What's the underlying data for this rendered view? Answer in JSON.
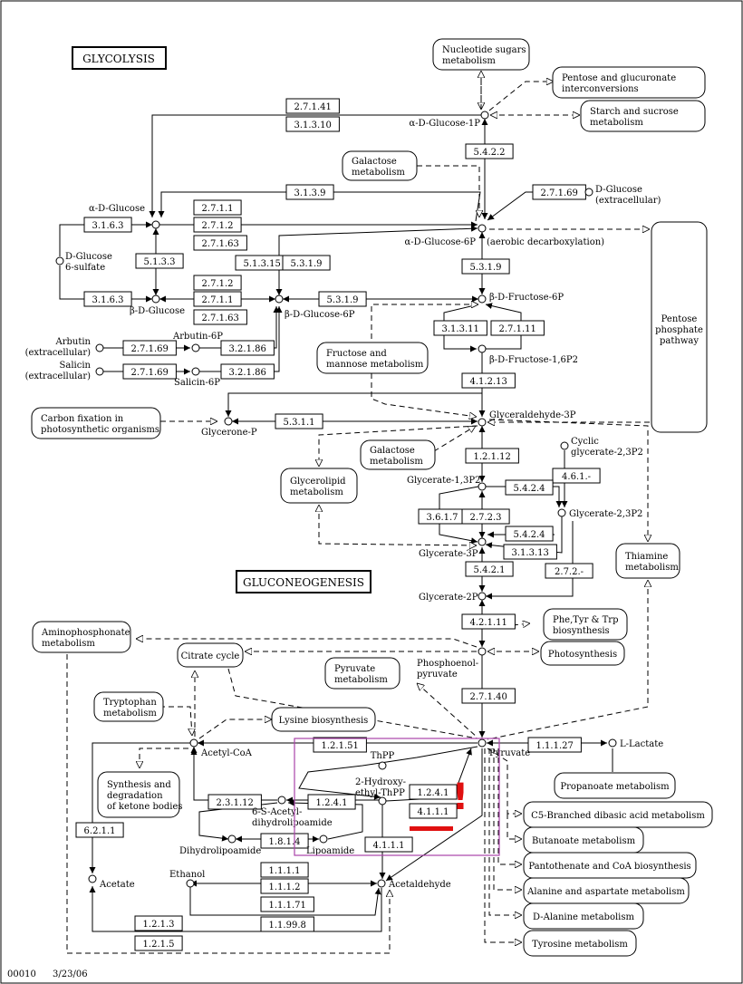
{
  "titles": {
    "glycolysis": "GLYCOLYSIS",
    "gluconeogenesis": "GLUCONEOGENESIS"
  },
  "footer": {
    "map_id": "00010",
    "date": "3/23/06"
  },
  "compounds": {
    "a_d_glucose_1p": "α-D-Glucose-1P",
    "a_d_glucose": "α-D-Glucose",
    "d_glucose_extracellular": "D-Glucose (extracellular)",
    "d_glucose_6_sulfate": "D-Glucose 6-sulfate",
    "a_d_glucose_6p": "α-D-Glucose-6P",
    "aerobic": "(aerobic decarboxylation)",
    "b_d_glucose": "β-D-Glucose",
    "b_d_glucose_6p": "β-D-Glucose-6P",
    "b_d_fructose_6p": "β-D-Fructose-6P",
    "b_d_fructose_16p2": "β-D-Fructose-1,6P2",
    "arbutin_ext": "Arbutin (extracellular)",
    "arbutin_6p": "Arbutin-6P",
    "salicin_ext": "Salicin (extracellular)",
    "salicin_6p": "Salicin-6P",
    "glycerone_p": "Glycerone-P",
    "glyceraldehyde_3p": "Glyceraldehyde-3P",
    "cyclic_glycerate": "Cyclic glycerate-2,3P2",
    "glycerate_13p2": "Glycerate-1,3P2",
    "glycerate_23p2": "Glycerate-2,3P2",
    "glycerate_3p": "Glycerate-3P",
    "glycerate_2p": "Glycerate-2P",
    "phosphoenolpyruvate": "Phosphoenol- pyruvate",
    "acetyl_coa": "Acetyl-CoA",
    "pyruvate": "Pyruvate",
    "l_lactate": "L-Lactate",
    "thpp": "ThPP",
    "hydroxyethyl_thpp": "2-Hydroxy- ethyl-ThPP",
    "s_acetyl": "6-S-Acetyl- dihydrolipoamide",
    "dihydrolipoamide": "Dihydrolipoamide",
    "lipoamide": "Lipoamide",
    "acetate": "Acetate",
    "ethanol": "Ethanol",
    "acetaldehyde": "Acetaldehyde"
  },
  "enzymes": {
    "e2_7_1_41": "2.7.1.41",
    "e3_1_3_10": "3.1.3.10",
    "e5_4_2_2": "5.4.2.2",
    "e3_1_3_9": "3.1.3.9",
    "e2_7_1_69_a": "2.7.1.69",
    "e2_7_1_1_a": "2.7.1.1",
    "e2_7_1_2_a": "2.7.1.2",
    "e2_7_1_63_a": "2.7.1.63",
    "e3_1_6_3_a": "3.1.6.3",
    "e5_1_3_3": "5.1.3.3",
    "e5_1_3_15": "5.1.3.15",
    "e5_3_1_9_a": "5.3.1.9",
    "e5_3_1_9_b": "5.3.1.9",
    "e5_3_1_9_c": "5.3.1.9",
    "e3_1_6_3_b": "3.1.6.3",
    "e2_7_1_2_b": "2.7.1.2",
    "e2_7_1_1_b": "2.7.1.1",
    "e2_7_1_63_b": "2.7.1.63",
    "e3_1_3_11": "3.1.3.11",
    "e2_7_1_11": "2.7.1.11",
    "e2_7_1_69_b": "2.7.1.69",
    "e3_2_1_86_a": "3.2.1.86",
    "e2_7_1_69_c": "2.7.1.69",
    "e3_2_1_86_b": "3.2.1.86",
    "e4_1_2_13": "4.1.2.13",
    "e5_3_1_1": "5.3.1.1",
    "e1_2_1_12": "1.2.1.12",
    "e4_6_1": "4.6.1.-",
    "e5_4_2_4_a": "5.4.2.4",
    "e3_6_1_7": "3.6.1.7",
    "e2_7_2_3": "2.7.2.3",
    "e5_4_2_4_b": "5.4.2.4",
    "e3_1_3_13": "3.1.3.13",
    "e5_4_2_1": "5.4.2.1",
    "e2_7_2": "2.7.2.-",
    "e4_2_1_11": "4.2.1.11",
    "e2_7_1_40": "2.7.1.40",
    "e1_2_1_51": "1.2.1.51",
    "e1_1_1_27": "1.1.1.27",
    "e1_2_4_1_a": "1.2.4.1",
    "e2_3_1_12": "2.3.1.12",
    "e1_2_4_1_b": "1.2.4.1",
    "e4_1_1_1_a": "4.1.1.1",
    "e1_8_1_4": "1.8.1.4",
    "e4_1_1_1_b": "4.1.1.1",
    "e6_2_1_1": "6.2.1.1",
    "e1_1_1_1": "1.1.1.1",
    "e1_1_1_2": "1.1.1.2",
    "e1_1_1_71": "1.1.1.71",
    "e1_1_99_8": "1.1.99.8",
    "e1_2_1_3": "1.2.1.3",
    "e1_2_1_5": "1.2.1.5"
  },
  "maps": {
    "nucleotide_sugars": "Nucleotide sugars metabolism",
    "pentose_glucuronate": "Pentose and glucuronate interconversions",
    "starch_sucrose": "Starch and sucrose metabolism",
    "galactose_a": "Galactose metabolism",
    "pentose_phosphate": "Pentose phosphate pathway",
    "fructose_mannose": "Fructose and mannose metabolism",
    "carbon_fixation": "Carbon fixation in photosynthetic organisms",
    "galactose_b": "Galactose metabolism",
    "glycerolipid": "Glycerolipid metabolism",
    "thiamine": "Thiamine metabolism",
    "aminophosphonate": "Aminophosphonate metabolism",
    "phe_tyr_trp": "Phe,Tyr & Trp biosynthesis",
    "citrate_cycle": "Citrate cycle",
    "photosynthesis": "Photosynthesis",
    "pyruvate_metabolism": "Pyruvate metabolism",
    "tryptophan": "Tryptophan metabolism",
    "lysine": "Lysine biosynthesis",
    "propanoate": "Propanoate metabolism",
    "ketone_bodies": "Synthesis and degradation of ketone bodies",
    "c5_branched": "C5-Branched dibasic acid metabolism",
    "butanoate": "Butanoate metabolism",
    "pantothenate": "Pantothenate and CoA biosynthesis",
    "alanine_aspartate": "Alanine and aspartate metabolism",
    "d_alanine": "D-Alanine metabolism",
    "tyrosine": "Tyrosine metabolism"
  },
  "annotation": {
    "mark": "!",
    "highlight_color": "#aa44aa",
    "mark_color": "#e01010"
  }
}
